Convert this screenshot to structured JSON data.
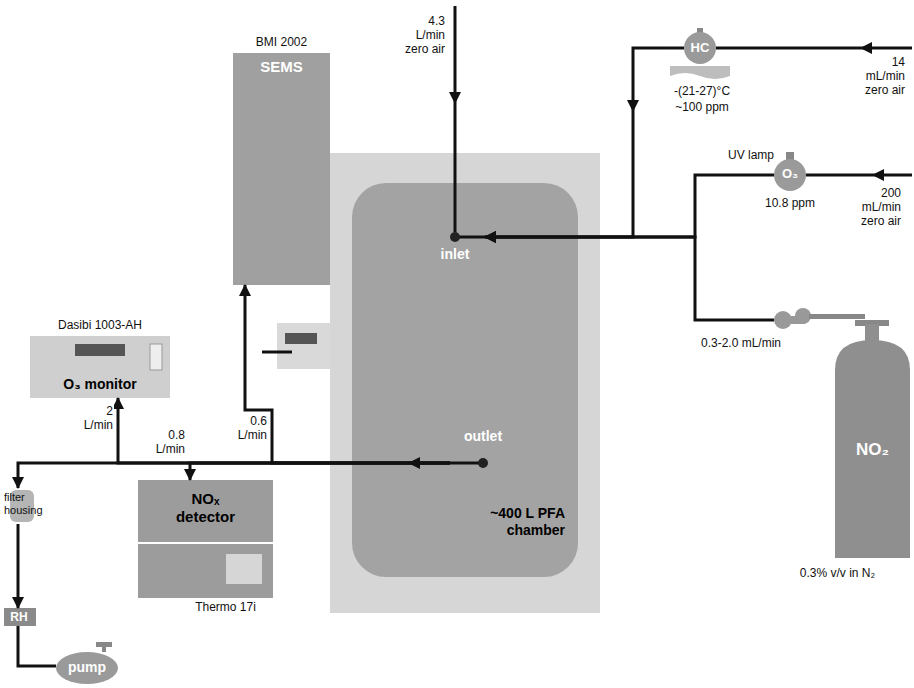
{
  "diagram": {
    "nodes": [
      {
        "text": [
          "~400 L PFA chamber"
        ]
      },
      {
        "text": [
          "inlet"
        ],
        "in": 0
      },
      {
        "text": [
          "outlet"
        ],
        "in": 0
      },
      {
        "text": [
          "HC",
          "-(21-27)°C",
          "~100 ppm"
        ]
      },
      {
        "text": [
          "UV lamp",
          "O₃",
          "10.8 ppm"
        ]
      },
      {
        "text": [
          "NO₂",
          "0.3% v/v in N₂"
        ]
      },
      {
        "text": [
          "BMI 2002",
          "SEMS"
        ]
      },
      {
        "text": [
          "Dasibi 1003-AH",
          "O₃ monitor"
        ]
      },
      {
        "text": [
          "NOₓ detector",
          "Thermo 17i"
        ]
      },
      {
        "text": [
          "filter housing"
        ]
      },
      {
        "text": [
          "RH"
        ]
      },
      {
        "text": [
          "pump"
        ]
      }
    ],
    "edges": [
      {
        "from": 3,
        "to": 1,
        "arrow": "to"
      },
      {
        "from": 4,
        "to": 1,
        "arrow": "to"
      },
      {
        "from": 5,
        "to": 1,
        "label": "0.3-2.0 mL/min",
        "arrow": "to"
      },
      {
        "from": 2,
        "to": 6,
        "label": "0.6 L/min",
        "arrow": "to"
      },
      {
        "from": 2,
        "to": 7,
        "label": "2 L/min",
        "arrow": "to"
      },
      {
        "from": 2,
        "to": 8,
        "label": "0.8 L/min",
        "arrow": "to"
      },
      {
        "from": 2,
        "to": 9,
        "arrow": "to"
      },
      {
        "from": 9,
        "to": 10,
        "arrow": "to"
      },
      {
        "from": 10,
        "to": 11,
        "arrow": "none"
      }
    ],
    "labels": [
      "4.3 L/min zero air",
      "14 mL/min zero air",
      "200 mL/min zero air"
    ]
  }
}
